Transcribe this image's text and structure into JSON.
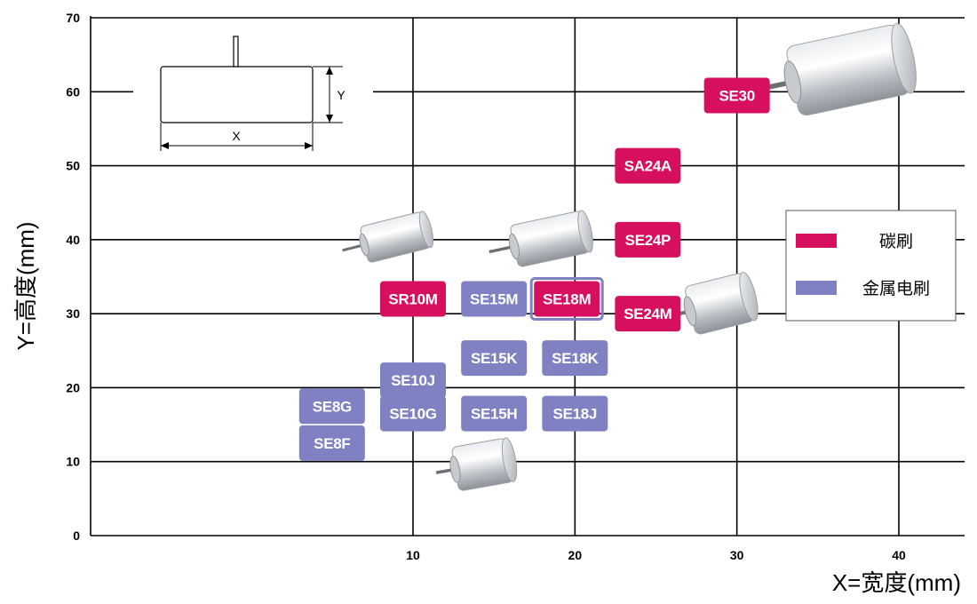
{
  "chart_data": {
    "type": "scatter",
    "xlabel": "X=宽度(mm)",
    "ylabel": "Y=高度(mm)",
    "xlim": [
      -10,
      44
    ],
    "ylim": [
      0,
      70
    ],
    "x_ticks": [
      10,
      20,
      30,
      40
    ],
    "y_ticks": [
      0,
      10,
      20,
      30,
      40,
      50,
      60,
      70
    ],
    "grid": "horizontal-and-vertical",
    "legend_placement": "right",
    "series": [
      {
        "name": "碳刷",
        "color": "#d6105e",
        "points": [
          {
            "label": "SE30",
            "x": 30,
            "y": 59.5
          },
          {
            "label": "SA24A",
            "x": 24.5,
            "y": 50
          },
          {
            "label": "SE24P",
            "x": 24.5,
            "y": 40
          },
          {
            "label": "SE24M",
            "x": 24.5,
            "y": 30
          },
          {
            "label": "SR10M",
            "x": 10,
            "y": 32
          },
          {
            "label": "SE18M",
            "x": 19.5,
            "y": 32
          }
        ]
      },
      {
        "name": "金属电刷",
        "color": "#7f81c2",
        "points": [
          {
            "label": "SE15M",
            "x": 15,
            "y": 32
          },
          {
            "label": "SE15K",
            "x": 15,
            "y": 24
          },
          {
            "label": "SE18K",
            "x": 20,
            "y": 24
          },
          {
            "label": "SE10J",
            "x": 10,
            "y": 21
          },
          {
            "label": "SE10G",
            "x": 10,
            "y": 16.5
          },
          {
            "label": "SE15H",
            "x": 15,
            "y": 16.5
          },
          {
            "label": "SE18J",
            "x": 20,
            "y": 16.5
          },
          {
            "label": "SE8G",
            "x": 5,
            "y": 17.5
          },
          {
            "label": "SE8F",
            "x": 5,
            "y": 12.5
          }
        ]
      }
    ],
    "diagram_labels": {
      "x": "X",
      "y": "Y"
    }
  },
  "colors": {
    "carbon_brush": "#d6105e",
    "metal_brush": "#7f81c2",
    "highlight_outline": "#7f81c2"
  },
  "icons": [
    "motor-image",
    "dimension-diagram"
  ]
}
